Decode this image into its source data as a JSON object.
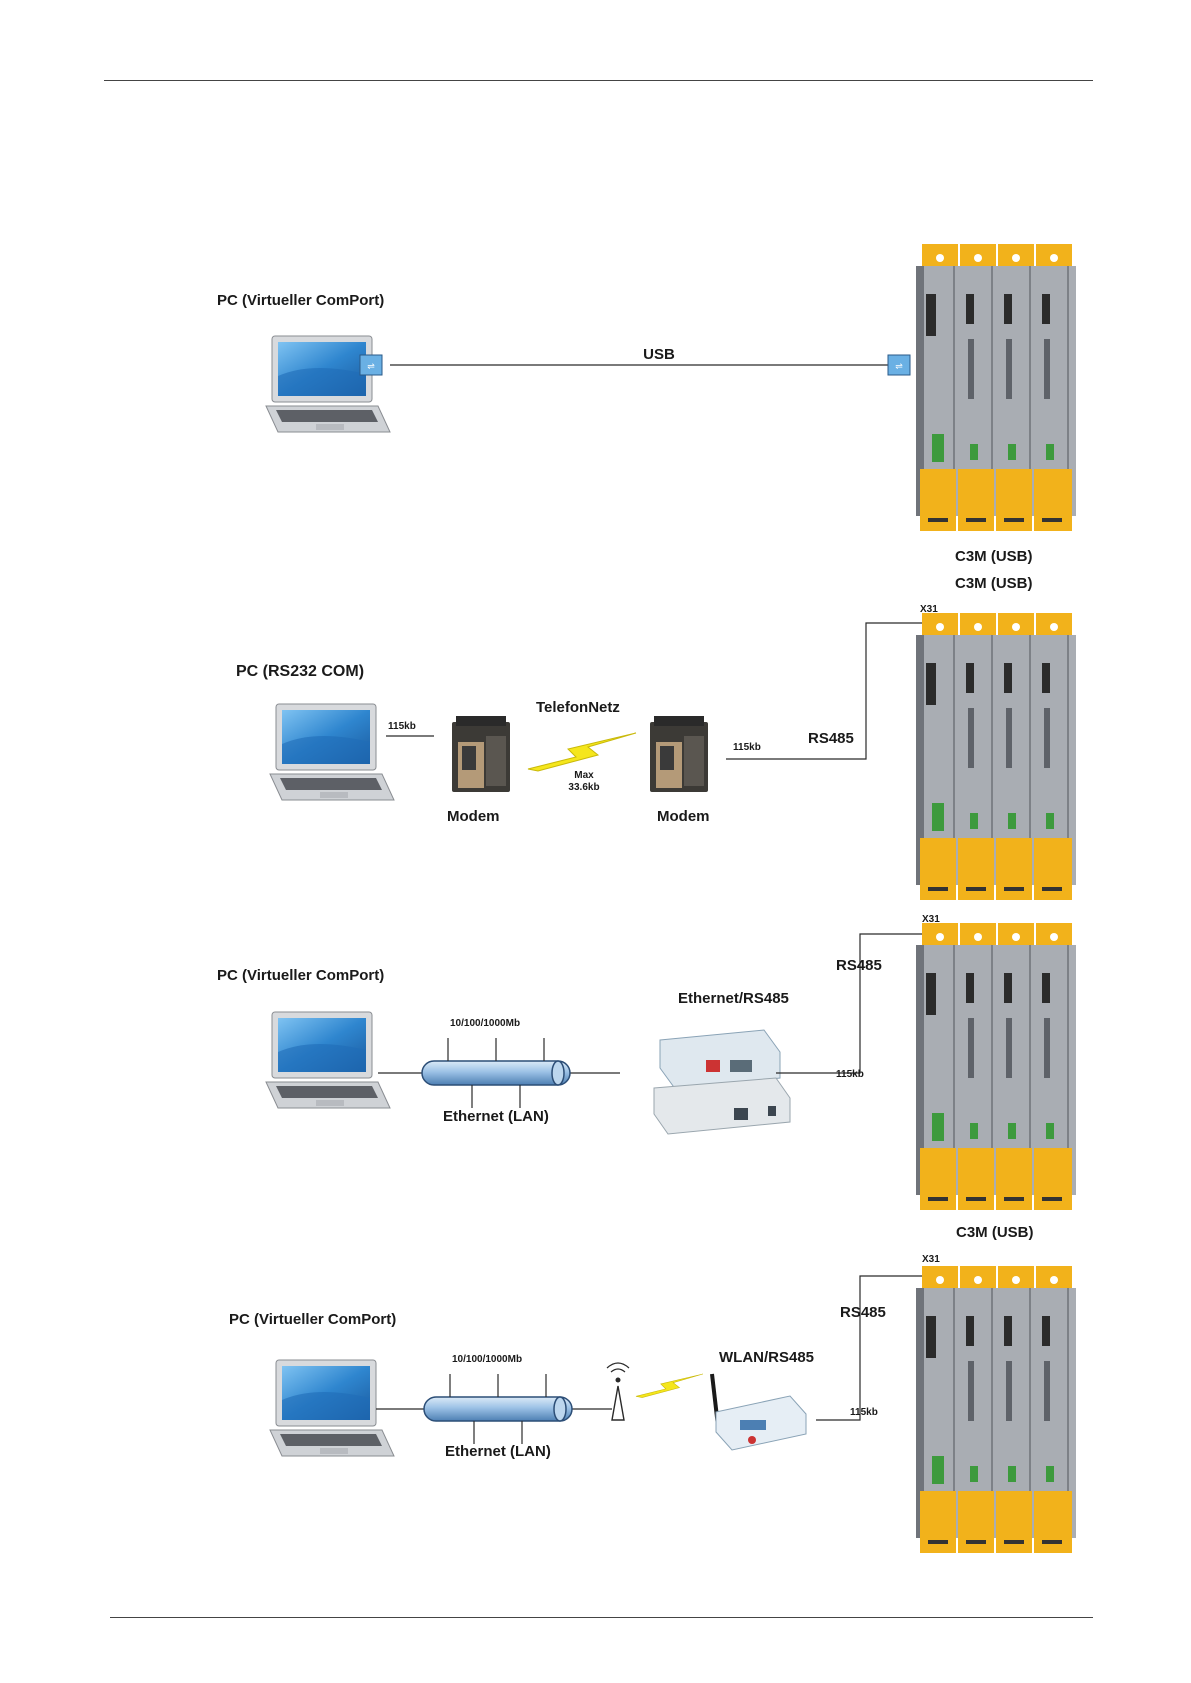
{
  "sections": [
    {
      "pc_label": "PC (Virtueller ComPort)",
      "link_label": "USB",
      "device_labels": [
        "C3M (USB)",
        "C3M (USB)"
      ]
    },
    {
      "pc_label": "PC (RS232 COM)",
      "rate_left": "115kb",
      "modem_left": "Modem",
      "network_label": "TelefonNetz",
      "max_label": "Max",
      "max_rate": "33.6kb",
      "modem_right": "Modem",
      "rate_right": "115kb",
      "bus_label": "RS485",
      "connector": "X31"
    },
    {
      "pc_label": "PC (Virtueller ComPort)",
      "lan_speed": "10/100/1000Mb",
      "lan_label": "Ethernet (LAN)",
      "gateway_label": "Ethernet/RS485",
      "bus_label": "RS485",
      "rate": "115kb",
      "connector": "X31",
      "device_label": "C3M (USB)"
    },
    {
      "pc_label": "PC (Virtueller ComPort)",
      "lan_speed": "10/100/1000Mb",
      "lan_label": "Ethernet (LAN)",
      "gateway_label": "WLAN/RS485",
      "bus_label": "RS485",
      "rate": "115kb",
      "connector": "X31"
    }
  ],
  "colors": {
    "drive_gray": "#a9adb3",
    "drive_yellow": "#f2b21b",
    "usb_blue": "#6ab0e4",
    "laptop_screen": "#2f86cf",
    "lightning": "#f5e61c",
    "cable_blue": "#9cc2e6"
  },
  "icons": [
    "laptop-icon",
    "usb-icon",
    "modem-icon",
    "lightning-icon",
    "ethernet-cable-icon",
    "gateway-icon",
    "antenna-icon",
    "wlan-gateway-icon",
    "drive-rack-icon"
  ]
}
